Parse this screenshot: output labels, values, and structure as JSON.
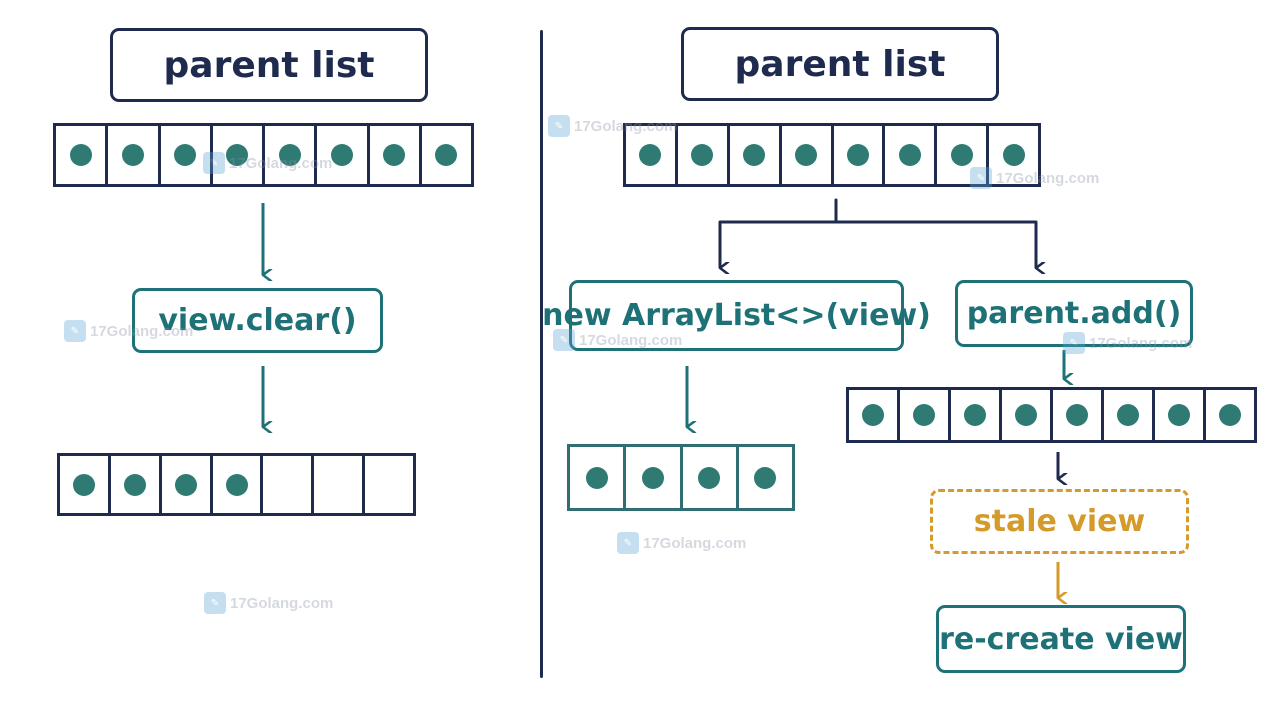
{
  "left": {
    "title": "parent list",
    "operation": "view.clear()"
  },
  "right": {
    "title": "parent list",
    "branch_copy": "new ArrayList<>(view)",
    "branch_add": "parent.add()",
    "stale": "stale view",
    "recreate": "re-create view"
  },
  "watermark": "17Golang.com",
  "colors": {
    "navy": "#1f2b4e",
    "teal": "#1e7277",
    "dot": "#2f7a72",
    "warning": "#d49a2a"
  },
  "lists": {
    "left_parent": {
      "cells": 8,
      "filled": 8
    },
    "left_after_clear": {
      "cells": 7,
      "filled": 4
    },
    "right_parent": {
      "cells": 8,
      "filled": 8
    },
    "right_copy": {
      "cells": 4,
      "filled": 4
    },
    "right_after_add": {
      "cells": 8,
      "filled": 8
    }
  }
}
